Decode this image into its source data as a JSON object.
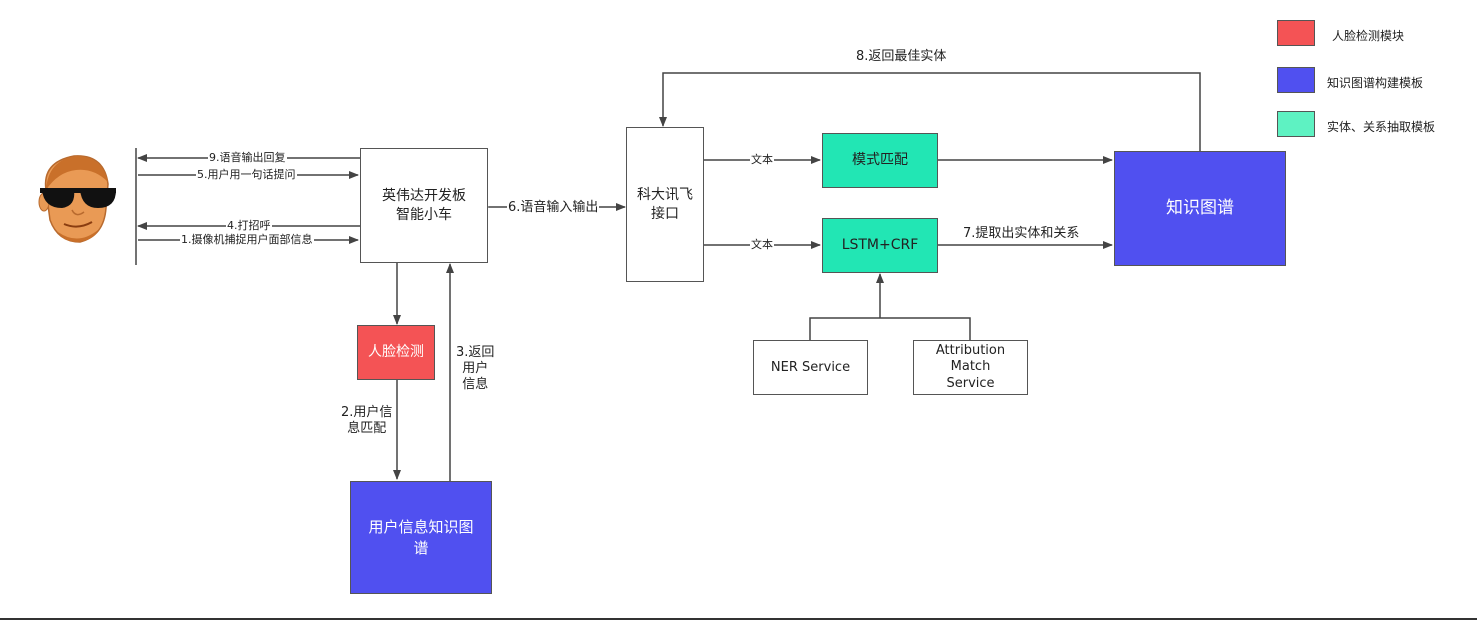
{
  "legend": {
    "items": [
      {
        "label": "人脸检测模块",
        "color": "#f45355"
      },
      {
        "label": "知识图谱构建模板",
        "color": "#5050f0"
      },
      {
        "label": "实体、关系抽取模板",
        "color": "#5ef2c2"
      }
    ]
  },
  "nodes": {
    "car": "英伟达开发板\n智能小车",
    "face": "人脸检测",
    "userkg": "用户信息知识图\n谱",
    "iflytek": "科大讯飞\n接口",
    "pattern": "模式匹配",
    "lstm": "LSTM+CRF",
    "ner": "NER Service",
    "attr": "Attribution\nMatch\nService",
    "kg": "知识图谱"
  },
  "edges": {
    "e9": "9.语音输出回复",
    "e5": "5.用户用一句话提问",
    "e4": "4.打招呼",
    "e1": "1.摄像机捕捉用户面部信息",
    "e6": "6.语音输入输出",
    "e2": "2.用户信\n息匹配",
    "e3": "3.返回\n用户\n信息",
    "text1": "文本",
    "text2": "文本",
    "e7": "7.提取出实体和关系",
    "e8": "8.返回最佳实体"
  },
  "colors": {
    "red": "#f45355",
    "blue": "#5050f0",
    "green": "#22e6b4",
    "mint": "#5ef2c2"
  },
  "icons": {
    "user": "user-avatar-sunglasses-icon"
  }
}
